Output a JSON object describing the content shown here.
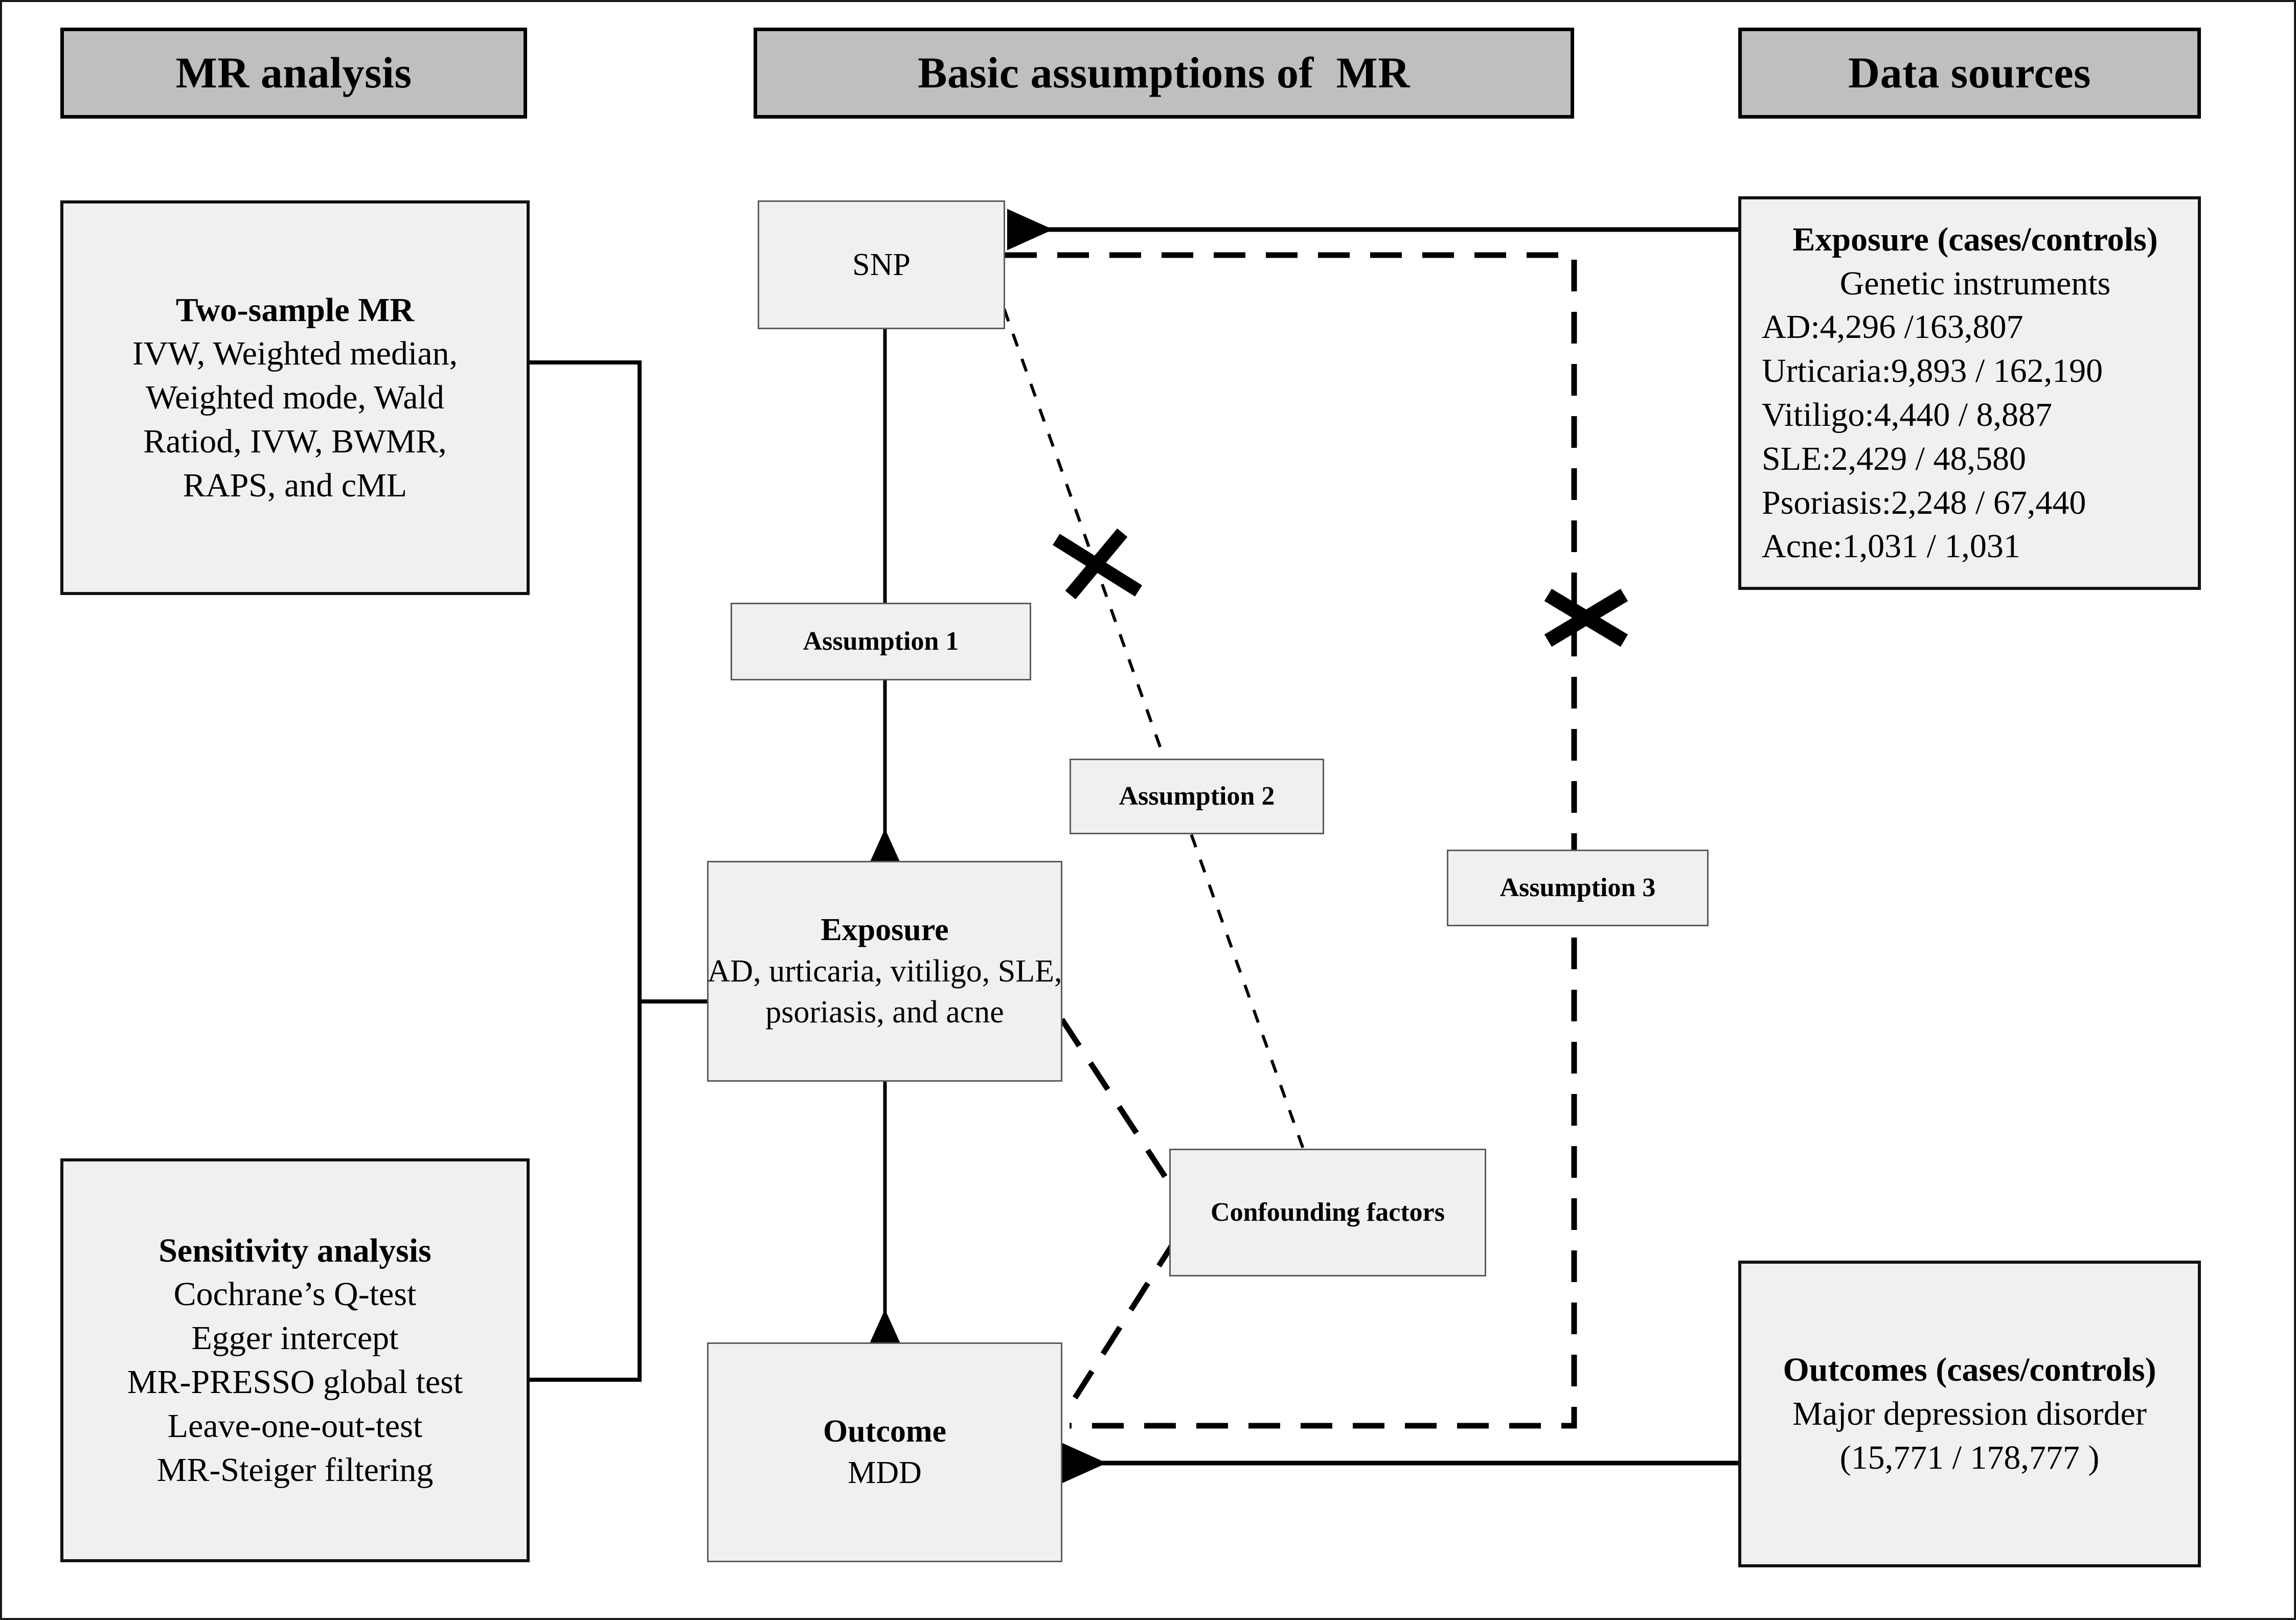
{
  "figure": {
    "columns": [
      {
        "id": "mr-analysis",
        "title": "MR analysis"
      },
      {
        "id": "basic-assumptions",
        "title": "Basic assumptions of  MR"
      },
      {
        "id": "data-sources",
        "title": "Data sources"
      }
    ],
    "colors": {
      "banner_fill": "#bfbfbf",
      "panel_fill": "#f0f0f0",
      "border_dark": "#111111",
      "border_thin": "#5b5b5b",
      "line": "#000000"
    }
  },
  "mr_analysis": {
    "two_sample": {
      "title": "Two-sample MR",
      "lines": [
        "IVW, Weighted median,",
        "Weighted mode, Wald",
        "Ratiod, IVW, BWMR,",
        "RAPS, and cML"
      ]
    },
    "sensitivity": {
      "title": "Sensitivity analysis",
      "lines": [
        "Cochrane’s Q-test",
        "Egger intercept",
        "MR-PRESSO global test",
        "Leave-one-out-test",
        "MR-Steiger filtering"
      ]
    }
  },
  "flow": {
    "snp": {
      "label": "SNP"
    },
    "assumption1": {
      "label": "Assumption 1"
    },
    "assumption2": {
      "label": "Assumption 2"
    },
    "assumption3": {
      "label": "Assumption 3"
    },
    "exposure": {
      "title": "Exposure",
      "lines": [
        "AD, urticaria, vitiligo, SLE,",
        "psoriasis, and acne"
      ]
    },
    "confounders": {
      "label": "Confounding factors"
    },
    "outcome": {
      "title": "Outcome",
      "lines": [
        "MDD"
      ]
    },
    "cross_marks": [
      {
        "id": "cross-assumption-2",
        "label": "✕"
      },
      {
        "id": "cross-assumption-3",
        "label": "✕"
      }
    ]
  },
  "data_sources": {
    "exposure": {
      "title": "Exposure (cases/controls)",
      "subtitle": "Genetic instruments",
      "lines": [
        "AD:4,296 /163,807",
        "Urticaria:9,893 / 162,190",
        "Vitiligo:4,440 / 8,887",
        "SLE:2,429 / 48,580",
        "Psoriasis:2,248 / 67,440",
        "Acne:1,031 / 1,031"
      ],
      "entries": [
        {
          "trait": "AD",
          "cases": "4,296",
          "controls": "163,807"
        },
        {
          "trait": "Urticaria",
          "cases": "9,893",
          "controls": "162,190"
        },
        {
          "trait": "Vitiligo",
          "cases": "4,440",
          "controls": "8,887"
        },
        {
          "trait": "SLE",
          "cases": "2,429",
          "controls": "48,580"
        },
        {
          "trait": "Psoriasis",
          "cases": "2,248",
          "controls": "67,440"
        },
        {
          "trait": "Acne",
          "cases": "1,031",
          "controls": "1,031"
        }
      ]
    },
    "outcomes": {
      "title": "Outcomes (cases/controls)",
      "lines": [
        "Major depression disorder",
        "(15,771 / 178,777 )"
      ],
      "entries": [
        {
          "trait": "Major depression disorder",
          "cases": "15,771",
          "controls": "178,777"
        }
      ]
    }
  }
}
